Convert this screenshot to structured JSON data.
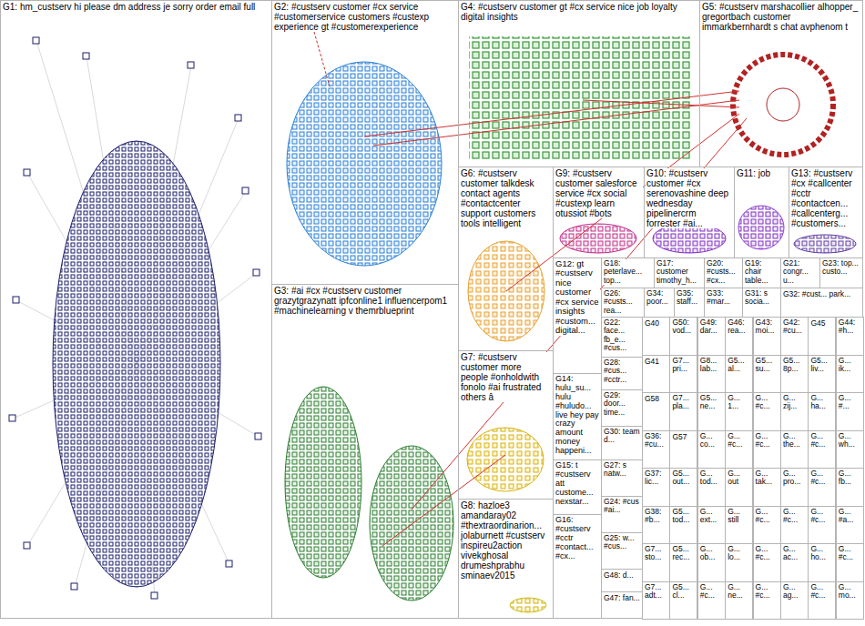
{
  "diagram": {
    "nodes": [
      {
        "text": [
          "G1: hm_custserv hi please dm address je sorry order email full"
        ]
      },
      {
        "text": [
          "G2: #custserv customer #cx service #customerservice customers #custexp experience gt #customerexperience"
        ]
      },
      {
        "text": [
          "G4: #custserv customer gt #cx service nice job loyalty digital insights"
        ]
      },
      {
        "text": [
          "G5: #custserv marshacollier alhopper_ gregortbach customer immarkbernhardt s chat avphenom t"
        ]
      },
      {
        "text": [
          "G3: #ai #cx #custserv customer grazytgrazynatt ipfconline1 influencerpom1 #machinelearning v themrblueprint"
        ]
      },
      {
        "text": [
          "G6: #custserv customer talkdesk contact agents #contactcenter support customers tools intelligent"
        ]
      },
      {
        "text": [
          "G9: #custserv customer salesforce service #cx social #custexp learn otussiot #bots"
        ]
      },
      {
        "text": [
          "G10: #custserv customer #cx serenovashine deep wednesday pipelinercrm forrester #ai..."
        ]
      },
      {
        "text": [
          "G11: job"
        ]
      },
      {
        "text": [
          "G13: #custserv #cx #callcenter #cctr #contactcen... #callcenterg... #customers..."
        ]
      },
      {
        "text": [
          "G12: gt #custserv nice customer #cx service insights #custom... digital..."
        ]
      },
      {
        "text": [
          "G18: peterlave... top..."
        ]
      },
      {
        "text": [
          "G17: customer timothy_h..."
        ]
      },
      {
        "text": [
          "G20: #custs... #cx..."
        ]
      },
      {
        "text": [
          "G19: chair table..."
        ]
      },
      {
        "text": [
          "G21: congr... u..."
        ]
      },
      {
        "text": [
          "G23: top... custo..."
        ]
      },
      {
        "text": [
          "G26: #custs... rea..."
        ]
      },
      {
        "text": [
          "G34: poor..."
        ]
      },
      {
        "text": [
          "G35: staff..."
        ]
      },
      {
        "text": [
          "G33: #mar..."
        ]
      },
      {
        "text": [
          "G31: s socia..."
        ]
      },
      {
        "text": [
          "G32: #cust... park..."
        ]
      },
      {
        "text": [
          "G7: #custserv customer more people #onholdwith fonolo #ai frustrated others â"
        ]
      },
      {
        "text": [
          "G8: hazloe3 amandaray02 #thextraordinarion... jolaburnett #custserv inspireu2action vivekghosal drumeshprabhu sminaev2015"
        ]
      },
      {
        "text": [
          "G14: hulu_su... hulu #huludo... live hey pay crazy amount money happeni..."
        ]
      },
      {
        "text": [
          "G15: t #custserv att custome... nexstar..."
        ]
      },
      {
        "text": [
          "G16: #custserv #cctr #contact... #cx..."
        ]
      },
      {
        "text": [
          "G22: face... fb_e... #cus..."
        ]
      },
      {
        "text": [
          "G28: #cus... #cctr..."
        ]
      },
      {
        "text": [
          "G29: door... time..."
        ]
      },
      {
        "text": [
          "G30: team d..."
        ]
      },
      {
        "text": [
          "G27: s natw..."
        ]
      },
      {
        "text": [
          "G24: #cus #ai..."
        ]
      },
      {
        "text": [
          "G25: w... #cus..."
        ]
      },
      {
        "text": [
          "G48: d..."
        ]
      },
      {
        "text": [
          "G47: fan..."
        ]
      },
      {
        "text": [
          "G40"
        ]
      },
      {
        "text": [
          "G50: vod..."
        ]
      },
      {
        "text": [
          "G49: dar..."
        ]
      },
      {
        "text": [
          "G46: rea..."
        ]
      },
      {
        "text": [
          "G43: moi..."
        ]
      },
      {
        "text": [
          "G42: #cu..."
        ]
      },
      {
        "text": [
          "G45"
        ]
      },
      {
        "text": [
          "G44: #h..."
        ]
      },
      {
        "text": [
          "G41"
        ]
      },
      {
        "text": [
          "G7... pri..."
        ]
      },
      {
        "text": [
          "G8... lab..."
        ]
      },
      {
        "text": [
          "G5... al..."
        ]
      },
      {
        "text": [
          "G5... su..."
        ]
      },
      {
        "text": [
          "G5... 8p..."
        ]
      },
      {
        "text": [
          "G5... liv..."
        ]
      },
      {
        "text": [
          "G... ik..."
        ]
      },
      {
        "text": [
          "G58"
        ]
      },
      {
        "text": [
          "G7... pla..."
        ]
      },
      {
        "text": [
          "G5... ne..."
        ]
      },
      {
        "text": [
          "G... 1..."
        ]
      },
      {
        "text": [
          "G... #c..."
        ]
      },
      {
        "text": [
          "G... zij..."
        ]
      },
      {
        "text": [
          "G... ha..."
        ]
      },
      {
        "text": [
          "G... #..."
        ]
      },
      {
        "text": [
          "G36: #cu..."
        ]
      },
      {
        "text": [
          "G57"
        ]
      },
      {
        "text": [
          "G... co..."
        ]
      },
      {
        "text": [
          "G... #c..."
        ]
      },
      {
        "text": [
          "G... #c..."
        ]
      },
      {
        "text": [
          "G... the..."
        ]
      },
      {
        "text": [
          "G... #c..."
        ]
      },
      {
        "text": [
          "G... wh..."
        ]
      },
      {
        "text": [
          "G37: lic..."
        ]
      },
      {
        "text": [
          "G5... out..."
        ]
      },
      {
        "text": [
          "G... tod..."
        ]
      },
      {
        "text": [
          "G... out"
        ]
      },
      {
        "text": [
          "G... tak..."
        ]
      },
      {
        "text": [
          "G... pro..."
        ]
      },
      {
        "text": [
          "G... #c..."
        ]
      },
      {
        "text": [
          "G... fb..."
        ]
      },
      {
        "text": [
          "G38: #b..."
        ]
      },
      {
        "text": [
          "G5... tod..."
        ]
      },
      {
        "text": [
          "G... ext..."
        ]
      },
      {
        "text": [
          "G... still"
        ]
      },
      {
        "text": [
          "G... #c..."
        ]
      },
      {
        "text": [
          "G... #c..."
        ]
      },
      {
        "text": [
          "G... #c..."
        ]
      },
      {
        "text": [
          "G... #a..."
        ]
      },
      {
        "text": [
          "G7... sto..."
        ]
      },
      {
        "text": [
          "G5... rec..."
        ]
      },
      {
        "text": [
          "G... ob..."
        ]
      },
      {
        "text": [
          "G... lo..."
        ]
      },
      {
        "text": [
          "G... #c..."
        ]
      },
      {
        "text": [
          "G... ac..."
        ]
      },
      {
        "text": [
          "G... ho..."
        ]
      },
      {
        "text": [
          "G... #c..."
        ]
      },
      {
        "text": [
          "G7... adt..."
        ]
      },
      {
        "text": [
          "G5... cl..."
        ]
      },
      {
        "text": [
          "G... #c..."
        ]
      },
      {
        "text": [
          "G... ne..."
        ]
      },
      {
        "text": [
          "G... #c..."
        ]
      },
      {
        "text": [
          "G... ag..."
        ]
      },
      {
        "text": [
          "G... #c..."
        ]
      },
      {
        "text": [
          "G... mo..."
        ]
      }
    ]
  }
}
